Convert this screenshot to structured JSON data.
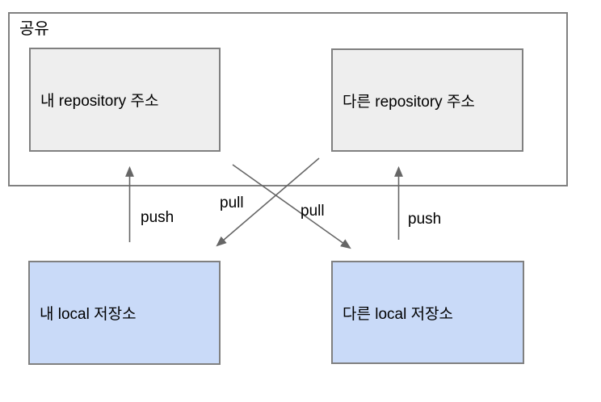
{
  "shared_group": {
    "label": "공유"
  },
  "boxes": {
    "my_repo": {
      "label": "내 repository 주소",
      "fill": "#eeeeee"
    },
    "other_repo": {
      "label": "다른 repository 주소",
      "fill": "#eeeeee"
    },
    "my_local": {
      "label": "내 local 저장소",
      "fill": "#c9daf8"
    },
    "other_local": {
      "label": "다른 local 저장소",
      "fill": "#c9daf8"
    }
  },
  "arrows": {
    "push_left": {
      "label": "push",
      "from": "my_local",
      "to": "shared_group"
    },
    "push_right": {
      "label": "push",
      "from": "other_local",
      "to": "shared_group"
    },
    "pull_to_my_local": {
      "label": "pull",
      "from": "other_repo",
      "to": "my_local"
    },
    "pull_to_other_local": {
      "label": "pull",
      "from": "my_repo",
      "to": "other_local"
    }
  },
  "colors": {
    "box_border": "#808080",
    "arrow": "#666666",
    "repo_fill": "#eeeeee",
    "local_fill": "#c9daf8",
    "text": "#000000",
    "background": "#ffffff"
  }
}
